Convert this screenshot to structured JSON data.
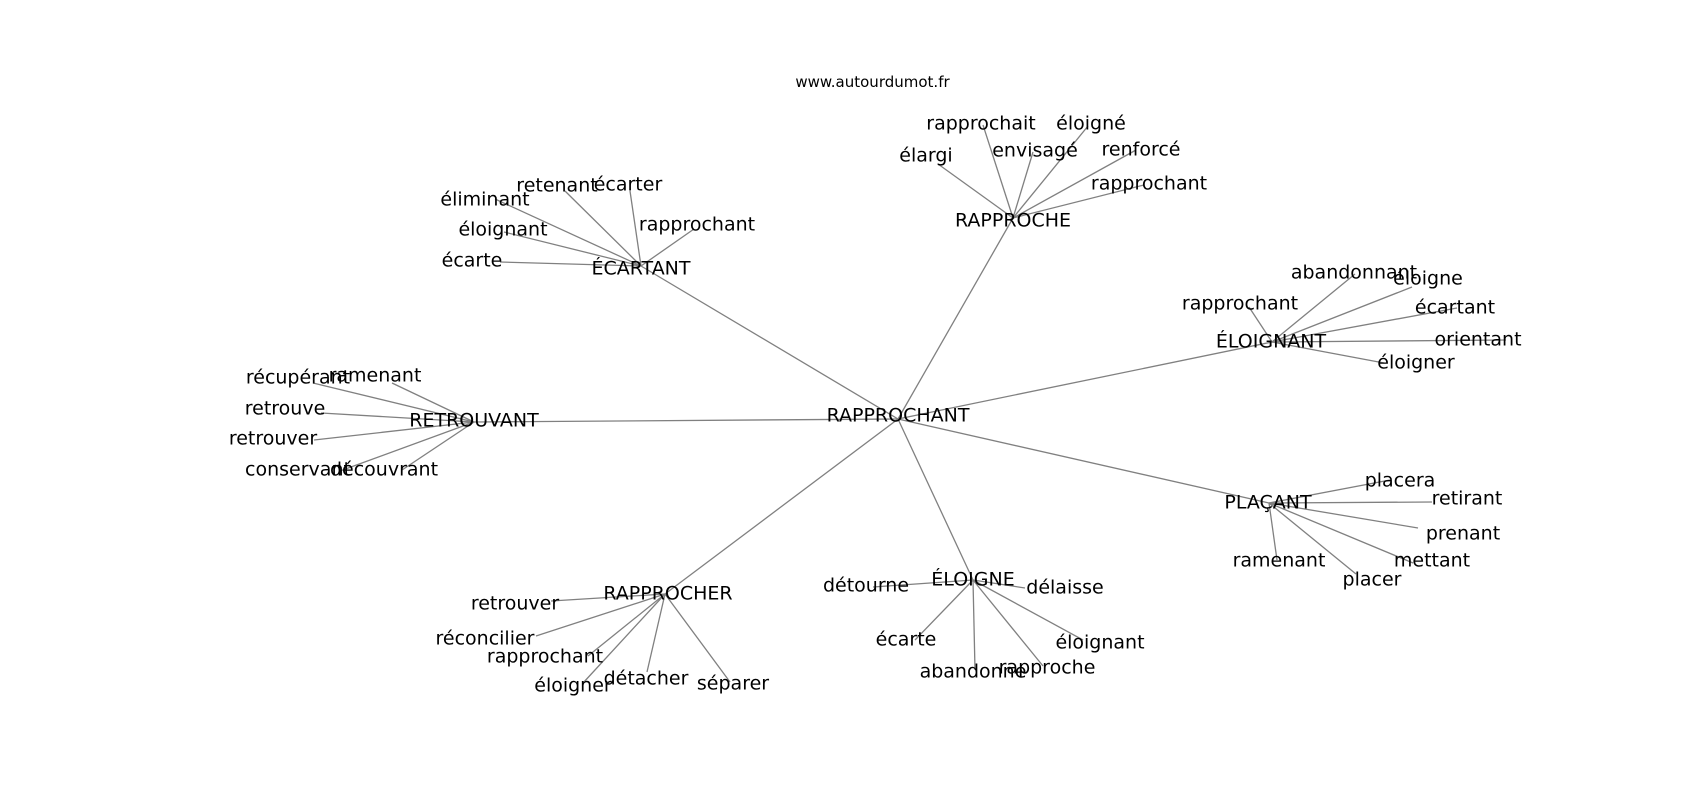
{
  "source": "www.autourdumot.fr",
  "graph": {
    "root": "RAPPROCHANT",
    "hubs": [
      {
        "label": "RAPPROCHE",
        "leaves": [
          "rapprochait",
          "éloigné",
          "élargi",
          "envisagé",
          "renforcé",
          "rapprochant"
        ]
      },
      {
        "label": "ÉCARTANT",
        "leaves": [
          "retenant",
          "écarter",
          "éliminant",
          "éloignant",
          "rapprochant",
          "écarte"
        ]
      },
      {
        "label": "ÉLOIGNANT",
        "leaves": [
          "abandonnant",
          "éloigne",
          "rapprochant",
          "écartant",
          "orientant",
          "éloigner"
        ]
      },
      {
        "label": "RETROUVANT",
        "leaves": [
          "récupérant",
          "ramenant",
          "retrouve",
          "retrouver",
          "conservant",
          "découvrant"
        ]
      },
      {
        "label": "PLAÇANT",
        "leaves": [
          "placera",
          "retirant",
          "prenant",
          "mettant",
          "ramenant",
          "placer"
        ]
      },
      {
        "label": "ÉLOIGNE",
        "leaves": [
          "détourne",
          "délaisse",
          "écarte",
          "éloignant",
          "abandonne",
          "rapproche"
        ]
      },
      {
        "label": "RAPPROCHER",
        "leaves": [
          "retrouver",
          "réconcilier",
          "rapprochant",
          "éloigner",
          "détacher",
          "séparer"
        ]
      }
    ]
  }
}
